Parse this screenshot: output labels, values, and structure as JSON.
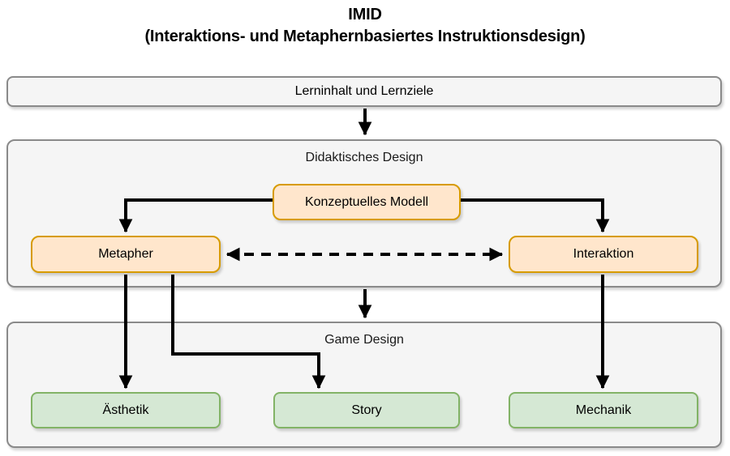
{
  "title": {
    "line1": "IMID",
    "line2": "(Interaktions- und Metaphernbasiertes Instruktionsdesign)"
  },
  "nodes": {
    "lerninhalt": {
      "label": "Lerninhalt und Lernziele"
    },
    "didaktisches": {
      "label": "Didaktisches Design"
    },
    "konzeptuelles": {
      "label": "Konzeptuelles Modell"
    },
    "metapher": {
      "label": "Metapher"
    },
    "interaktion": {
      "label": "Interaktion"
    },
    "game": {
      "label": "Game Design"
    },
    "aesthetik": {
      "label": "Ästhetik"
    },
    "story": {
      "label": "Story"
    },
    "mechanik": {
      "label": "Mechanik"
    }
  },
  "edges": [
    {
      "from": "lerninhalt",
      "to": "didaktisches",
      "style": "solid-arrow"
    },
    {
      "from": "konzeptuelles",
      "to": "metapher",
      "style": "solid-arrow"
    },
    {
      "from": "konzeptuelles",
      "to": "interaktion",
      "style": "solid-arrow"
    },
    {
      "from": "metapher",
      "to": "interaktion",
      "style": "dashed-double-arrow"
    },
    {
      "from": "didaktisches",
      "to": "game",
      "style": "solid-arrow"
    },
    {
      "from": "metapher",
      "to": "aesthetik",
      "style": "solid-arrow"
    },
    {
      "from": "metapher",
      "to": "story",
      "style": "solid-arrow"
    },
    {
      "from": "interaktion",
      "to": "mechanik",
      "style": "solid-arrow"
    }
  ],
  "colors": {
    "container_fill": "#f5f5f5",
    "container_border": "#8a8a8a",
    "orange_fill": "#ffe6cc",
    "orange_border": "#d79b00",
    "green_fill": "#d5e8d4",
    "green_border": "#82b366",
    "arrow": "#000000"
  }
}
